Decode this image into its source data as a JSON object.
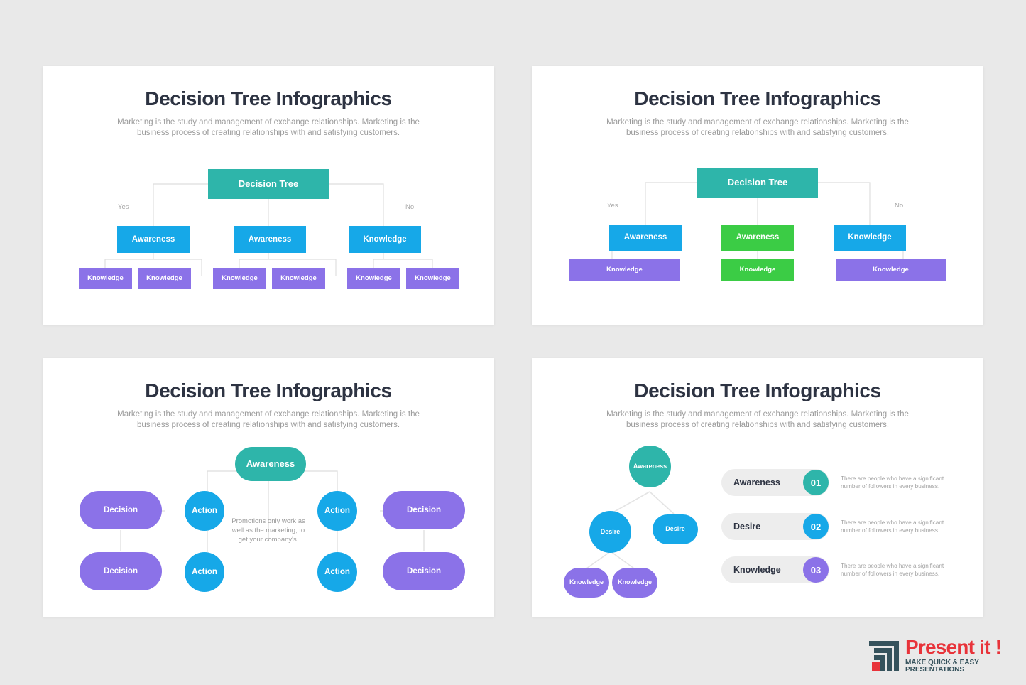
{
  "background": "#e9e9e9",
  "palette": {
    "teal": "#2eb5aa",
    "blue": "#16a8e8",
    "purple": "#8b72e8",
    "green": "#3bcc45",
    "dark": "#2d3342",
    "muted": "#9b9b9b",
    "pill_bg": "#ededed",
    "connector": "#dedede",
    "brand_red": "#e8333a",
    "brand_slate": "#35525c"
  },
  "shared": {
    "title": "Decision Tree Infographics",
    "subtitle": "Marketing is the study and management of exchange relationships. Marketing is the business process of creating relationships with and satisfying customers."
  },
  "panel1": {
    "name": "decision-tree-3x2-boxes",
    "root": "Decision Tree",
    "branch_label_left": "Yes",
    "branch_label_right": "No",
    "level2": [
      "Awareness",
      "Awareness",
      "Knowledge"
    ],
    "level3": [
      "Knowledge",
      "Knowledge",
      "Knowledge",
      "Knowledge",
      "Knowledge",
      "Knowledge"
    ]
  },
  "panel2": {
    "name": "decision-tree-color-coded-boxes",
    "root": "Decision Tree",
    "branch_label_left": "Yes",
    "branch_label_right": "No",
    "level2": [
      "Awareness",
      "Awareness",
      "Knowledge"
    ],
    "level3": [
      "Knowledge",
      "Knowledge",
      "Knowledge"
    ]
  },
  "panel3": {
    "name": "awareness-radial-node-map",
    "root": "Awareness",
    "note": "Promotions only work as well as the marketing, to get your company's.",
    "nodes": {
      "far_left_top": "Decision",
      "far_left_bottom": "Decision",
      "left_top": "Action",
      "left_bottom": "Action",
      "right_top": "Action",
      "right_bottom": "Action",
      "far_right_top": "Decision",
      "far_right_bottom": "Decision"
    }
  },
  "panel4": {
    "name": "awareness-tree-with-legend",
    "tree": {
      "root": "Awareness",
      "level2": [
        "Desire",
        "Desire"
      ],
      "level3": [
        "Knowledge",
        "Knowledge"
      ]
    },
    "legend": [
      {
        "label": "Awareness",
        "number": "01",
        "color": "#2eb5aa",
        "description": "There are people who have a significant number of followers in every business."
      },
      {
        "label": "Desire",
        "number": "02",
        "color": "#16a8e8",
        "description": "There are people who have a significant number of followers in every business."
      },
      {
        "label": "Knowledge",
        "number": "03",
        "color": "#8b72e8",
        "description": "There are people who have a significant number of followers in every business."
      }
    ]
  },
  "logo": {
    "title": "Present it !",
    "tagline": "MAKE QUICK & EASY PRESENTATIONS"
  }
}
